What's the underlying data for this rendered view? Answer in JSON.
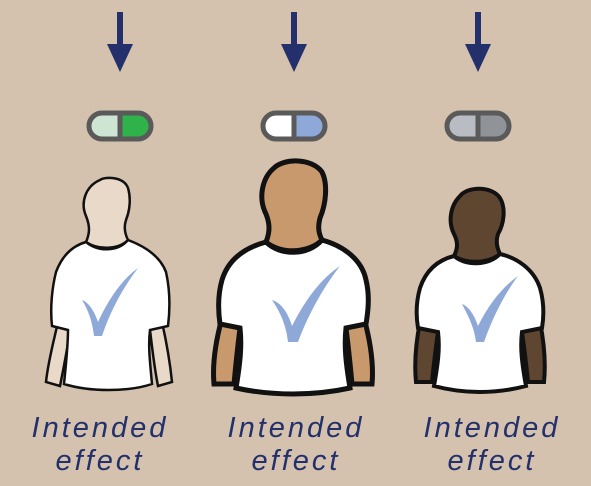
{
  "panels": [
    {
      "caption": {
        "line1": "Intended",
        "line2": "effect"
      },
      "skin_color": "#e8d9c8",
      "pill_color": "#2fb24a",
      "pill_light_color": "#cfe5d4"
    },
    {
      "caption": {
        "line1": "Intended",
        "line2": "effect"
      },
      "skin_color": "#c7996c",
      "pill_color": "#8ea8d8",
      "pill_light_color": "#ffffff"
    },
    {
      "caption": {
        "line1": "Intended",
        "line2": "effect"
      },
      "skin_color": "#5e4630",
      "pill_color": "#909398",
      "pill_light_color": "#b9bdc3"
    }
  ],
  "colors": {
    "background": "#d4c2ae",
    "arrow": "#23306c",
    "checkmark": "#8ea8d8",
    "shirt": "#ffffff",
    "outline": "#111111"
  },
  "icons": [
    "down-arrow-icon",
    "pill-icon",
    "person-icon",
    "checkmark-icon"
  ]
}
